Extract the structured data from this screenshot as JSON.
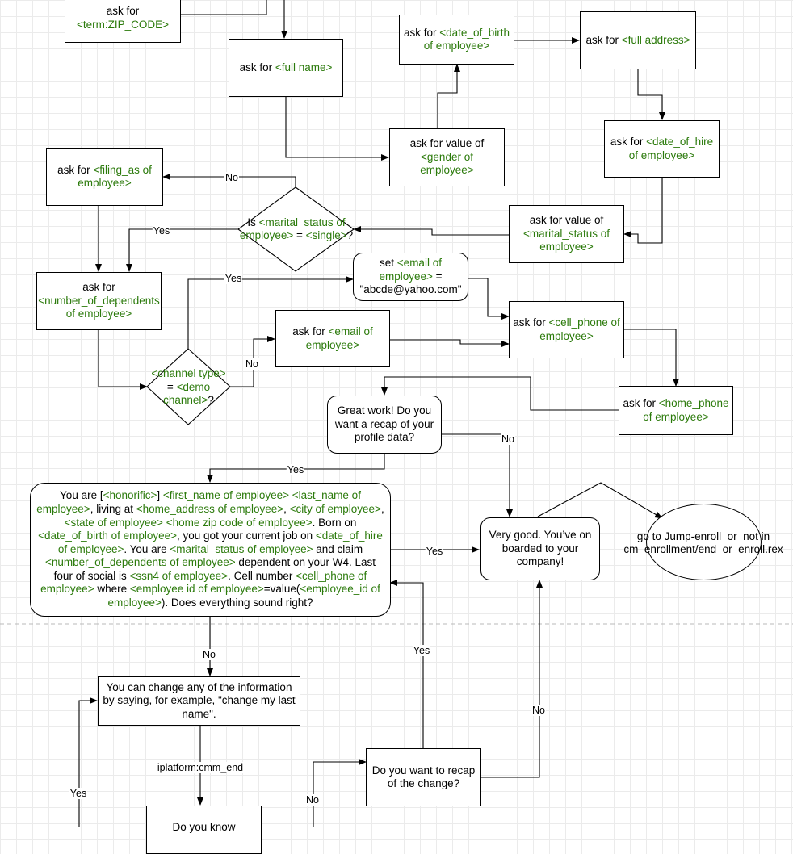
{
  "nodes": {
    "zip": {
      "pre": "ask for",
      "var": "<term:ZIP_CODE>"
    },
    "full_name": {
      "pre": "ask for ",
      "var": "<full name>"
    },
    "dob": {
      "pre": "ask for ",
      "var": "<date_of_birth of employee>"
    },
    "address": {
      "pre": "ask for ",
      "var": "<full address>"
    },
    "gender": {
      "pre": "ask for value of",
      "var": "<gender of employee>"
    },
    "hire": {
      "pre": "ask for ",
      "var": "<date_of_hire of employee>"
    },
    "filing": {
      "pre": "ask for ",
      "var": "<filing_as of employee>"
    },
    "marital_q": {
      "pre": "Is ",
      "var": "<marital_status of employee>",
      "mid": " = ",
      "var2": "<single>",
      "post": "?"
    },
    "marital_ask": {
      "pre": "ask for value of",
      "var": "<marital_status of employee>"
    },
    "dependents": {
      "pre": "ask for",
      "var": "<number_of_dependents of employee>"
    },
    "set_email": {
      "pre": "set ",
      "var": "<email of employee>",
      "post": " = \"abcde@yahoo.com\""
    },
    "email": {
      "pre": "ask for ",
      "var": "<email of employee>"
    },
    "cell": {
      "pre": "ask for ",
      "var": "<cell_phone of employee>"
    },
    "channel_q": {
      "var": "<channel type>",
      "mid": " = ",
      "var2": "<demo channel>",
      "post": "?"
    },
    "home_phone": {
      "pre": "ask for ",
      "var": "<home_phone of employee>"
    },
    "recap_q": {
      "text": "Great work! Do you want a recap of your profile data?"
    },
    "very_good": {
      "text": "Very good. You’ve on boarded to your company!"
    },
    "goto": {
      "text": "go to Jump-enroll_or_not in cm_enrollment/end_or_enroll.rex"
    },
    "summary": {
      "t1": "You are [",
      "v1": "<honorific>",
      "t2": "] ",
      "v2": "<first_name of employee>",
      "t3": " ",
      "v3": "<last_name of employee>",
      "t4": ", living at ",
      "v4": "<home_address of employee>",
      "t5": ", ",
      "v5": "<city of employee>",
      "t6": ", ",
      "v6": "<state of employee>",
      "t7": " ",
      "v7": "<home zip code of employee>",
      "t8": ". Born on ",
      "v8": "<date_of_birth of employee>",
      "t9": ", you got your current job on ",
      "v9": "<date_of_hire of employee>",
      "t10": ". You are ",
      "v10": "<marital_status of employee>",
      "t11": " and claim ",
      "v11": "<number_of_dependents of employee>",
      "t12": " dependent on your W4. Last four of social is ",
      "v12": "<ssn4 of employee>",
      "t13": ". Cell number ",
      "v13": "<cell_phone of employee>",
      "t14": " where ",
      "v14": "<employee id of employee>",
      "t15": "=value(",
      "v15": "<employee_id of employee>",
      "t16": "). Does everything sound right?"
    },
    "change_info": {
      "text": "You can change any of the information by saying, for example, \"change my last name\"."
    },
    "recap_change": {
      "text": "Do you want to recap of the change?"
    },
    "partial": {
      "text": "Do you know"
    }
  },
  "edges": {
    "no1": "No",
    "yes1": "Yes",
    "yes2": "Yes",
    "no2": "No",
    "no3": "No",
    "yes3": "Yes",
    "yes4": "Yes",
    "no4": "No",
    "yes5": "Yes",
    "no5": "No",
    "iplatform": "iplatform:cmm_end",
    "yes6": "Yes",
    "no6": "No"
  }
}
